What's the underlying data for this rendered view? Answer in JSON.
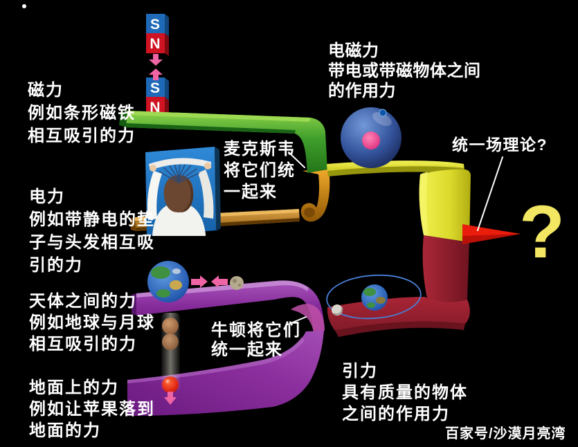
{
  "labels": {
    "magnetic": {
      "title": "磁力",
      "line1": "例如条形磁铁",
      "line2": "相互吸引的力"
    },
    "electric": {
      "title": "电力",
      "line1": "例如带静电的垫",
      "line2": "子与头发相互吸",
      "line3": "引的力"
    },
    "celestial": {
      "title": "天体之间的力",
      "line1": "例如地球与月球",
      "line2": "相互吸引的力"
    },
    "ground": {
      "title": "地面上的力",
      "line1": "例如让苹果落到",
      "line2": "地面的力"
    },
    "electromagnetic": {
      "title": "电磁力",
      "line1": "带电或带磁物体之间",
      "line2": "的作用力"
    },
    "gravity": {
      "title": "引力",
      "line1": "具有质量的物体",
      "line2": "之间的作用力"
    },
    "maxwell": {
      "line1": "麦克斯韦",
      "line2": "将它们统",
      "line3": "一起来"
    },
    "newton": {
      "line1": "牛顿将它们",
      "line2": "统一起来"
    },
    "unified_theory": "统一场理论?",
    "big_question_mark": "?",
    "watermark": "百家号/沙漠月亮湾"
  },
  "magnets": {
    "pole_s": "S",
    "pole_n": "N"
  },
  "colors": {
    "background": "#000000",
    "text": "#ffffff",
    "magnet_blue": "#1e6ab8",
    "magnet_red": "#cf1322",
    "attraction_arrow_pink": "#ef64a5",
    "ribbon_green": "#45a22e",
    "ribbon_orange": "#d8931f",
    "ribbon_yellow": "#ddd829",
    "ribbon_maroon": "#96202e",
    "ribbon_purple": "#862b9a",
    "unified_arrow_red": "#ea1c0c",
    "question_mark_yellow": "#f2e662",
    "atom_blue": "#34549c",
    "nucleus_pink": "#e8358b",
    "orbit_blue": "#4a7fd8",
    "photo_blue": "#1c78c8"
  }
}
